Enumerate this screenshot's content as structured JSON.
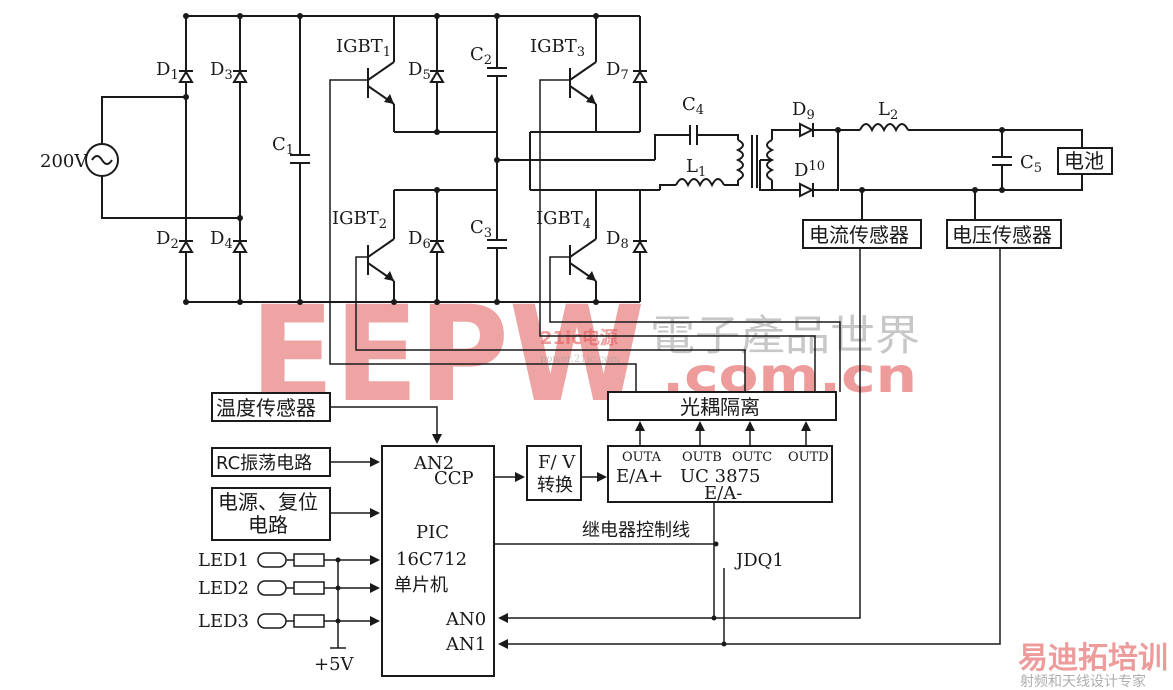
{
  "source": {
    "label": "200V"
  },
  "diodes": {
    "d1": "D",
    "d1_sub": "1",
    "d2": "D",
    "d2_sub": "2",
    "d3": "D",
    "d3_sub": "3",
    "d4": "D",
    "d4_sub": "4",
    "d5": "D",
    "d5_sub": "5",
    "d6": "D",
    "d6_sub": "6",
    "d7": "D",
    "d7_sub": "7",
    "d8": "D",
    "d8_sub": "8",
    "d9": "D",
    "d9_sub": "9",
    "d10": "D",
    "d10_sub": "10"
  },
  "capacitors": {
    "c1": "C",
    "c1_sub": "1",
    "c2": "C",
    "c2_sub": "2",
    "c3": "C",
    "c3_sub": "3",
    "c4": "C",
    "c4_sub": "4",
    "c5": "C",
    "c5_sub": "5"
  },
  "inductors": {
    "l1": "L",
    "l1_sub": "1",
    "l2": "L",
    "l2_sub": "2"
  },
  "igbts": {
    "q1": "IGBT",
    "q1_sub": "1",
    "q2": "IGBT",
    "q2_sub": "2",
    "q3": "IGBT",
    "q3_sub": "3",
    "q4": "IGBT",
    "q4_sub": "4"
  },
  "blocks": {
    "battery": "电池",
    "current_sensor": "电流传感器",
    "voltage_sensor": "电压传感器",
    "optocoupler": "光耦隔离",
    "temp_sensor": "温度传感器",
    "rc_osc": "RC振荡电路",
    "power_reset_1": "电源、复位",
    "power_reset_2": "电路",
    "fv_1": "F/ V",
    "fv_2": "转换"
  },
  "uc3875": {
    "outa": "OUTA",
    "outb": "OUTB",
    "outc": "OUTC",
    "outd": "OUTD",
    "ea_plus": "E/A+",
    "name": "UC 3875",
    "ea_minus": "E/A-"
  },
  "mcu": {
    "an2": "AN2",
    "ccp": "CCP",
    "line1": "PIC",
    "line2": "16C712",
    "line3": "单片机",
    "an0": "AN0",
    "an1": "AN1"
  },
  "relay": {
    "control_line": "继电器控制线",
    "name": "JDQ1"
  },
  "leds": [
    "LED1",
    "LED2",
    "LED3"
  ],
  "supply": "+5V",
  "watermarks": {
    "eepw": "EEPW",
    "cn_brand": "電子產品世界",
    "com_cn": ".com.cn",
    "power_cn": "21ic电源",
    "power_url": "power.21ic.com",
    "corner_1": "易迪拓培训",
    "corner_2": "射频和天线设计专家"
  }
}
